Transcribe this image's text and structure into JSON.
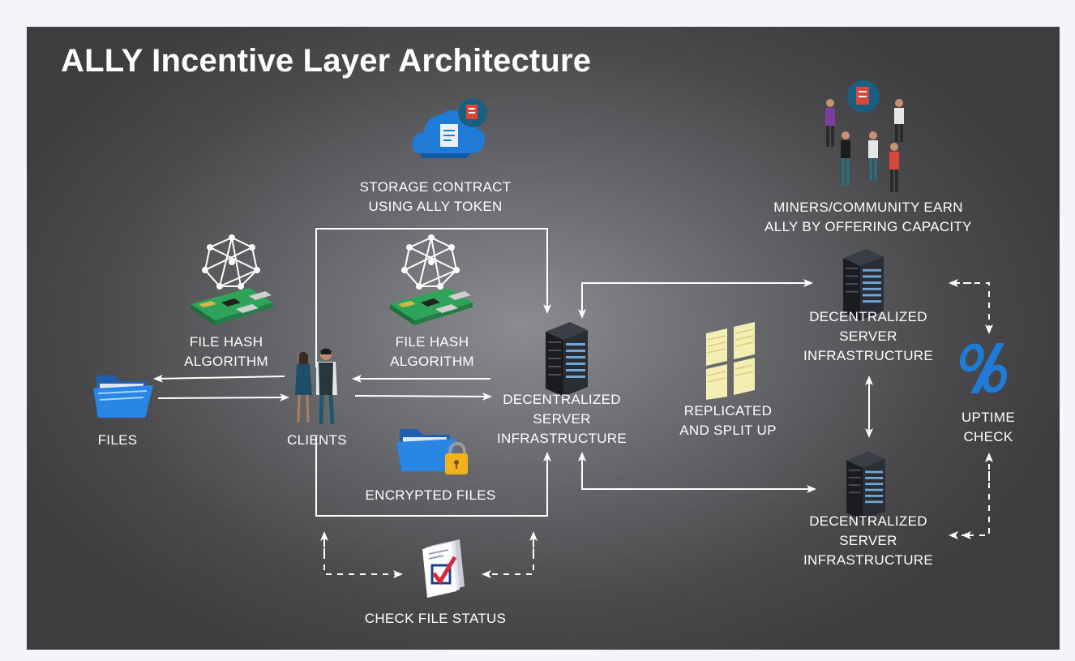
{
  "title": "ALLY Incentive Layer Architecture",
  "nodes": {
    "files": {
      "label": "FILES",
      "icon": "folder-icon"
    },
    "clients": {
      "label": "CLIENTS",
      "icon": "people-icon"
    },
    "hash_left": {
      "lines": [
        "FILE HASH",
        "ALGORITHM"
      ],
      "icon": "circuit-board-icon"
    },
    "hash_center": {
      "lines": [
        "FILE HASH",
        "ALGORITHM"
      ],
      "icon": "circuit-board-icon"
    },
    "storage_contract": {
      "lines": [
        "STORAGE CONTRACT",
        "USING ALLY TOKEN"
      ],
      "icon": "cloud-contract-icon"
    },
    "server_center": {
      "lines": [
        "DECENTRALIZED",
        "SERVER",
        "INFRASTRUCTURE"
      ],
      "icon": "server-rack-icon"
    },
    "encrypted": {
      "label": "ENCRYPTED FILES",
      "icon": "locked-folder-icon"
    },
    "check_status": {
      "label": "CHECK FILE STATUS",
      "icon": "checklist-icon"
    },
    "replicated": {
      "lines": [
        "REPLICATED",
        "AND SPLIT UP"
      ],
      "icon": "split-blocks-icon"
    },
    "miners": {
      "lines": [
        "MINERS/COMMUNITY EARN",
        "ALLY BY OFFERING CAPACITY"
      ],
      "icon": "community-icon"
    },
    "server_top": {
      "lines": [
        "DECENTRALIZED",
        "SERVER",
        "INFRASTRUCTURE"
      ],
      "icon": "server-rack-icon"
    },
    "server_bottom": {
      "lines": [
        "DECENTRALIZED",
        "SERVER",
        "INFRASTRUCTURE"
      ],
      "icon": "server-rack-icon"
    },
    "uptime": {
      "lines": [
        "UPTIME",
        "CHECK"
      ],
      "icon": "percent-icon"
    }
  },
  "colors": {
    "accent_blue": "#1f7bd6",
    "badge_red": "#d9473a",
    "badge_teal": "#1a5f82",
    "pcb_green": "#2fa35a",
    "arrow": "#ffffff"
  }
}
